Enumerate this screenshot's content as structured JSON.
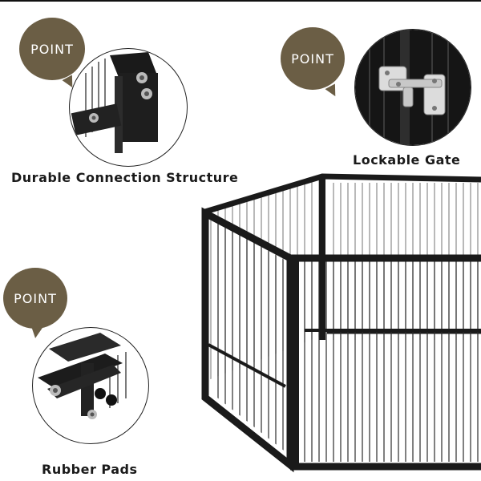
{
  "badge_color": "#6b5e45",
  "frame_color": "#222222",
  "features": [
    {
      "badge": "POINT",
      "caption": "Durable Connection Structure",
      "icon": "connection-joint-icon"
    },
    {
      "badge": "POINT",
      "caption": "Lockable Gate",
      "icon": "gate-latch-icon"
    },
    {
      "badge": "POINT",
      "caption": "Rubber Pads",
      "icon": "rubber-pad-foot-icon"
    }
  ]
}
